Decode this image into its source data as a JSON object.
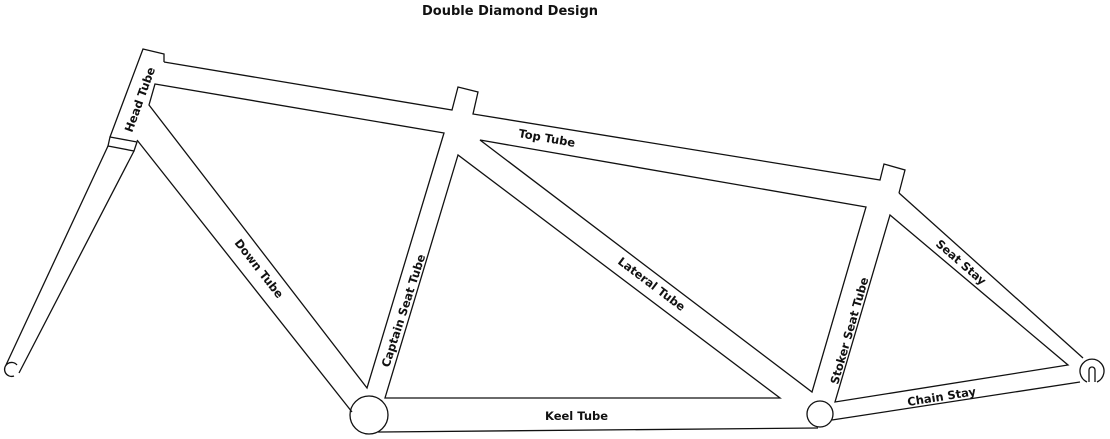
{
  "title": "Double Diamond Design",
  "labels": {
    "head_tube": "Head Tube",
    "top_tube": "Top Tube",
    "down_tube": "Down Tube",
    "captain_seat_tube": "Captain Seat Tube",
    "lateral_tube": "Lateral Tube",
    "keel_tube": "Keel Tube",
    "stoker_seat_tube": "Stoker Seat Tube",
    "seat_stay": "Seat Stay",
    "chain_stay": "Chain Stay"
  }
}
